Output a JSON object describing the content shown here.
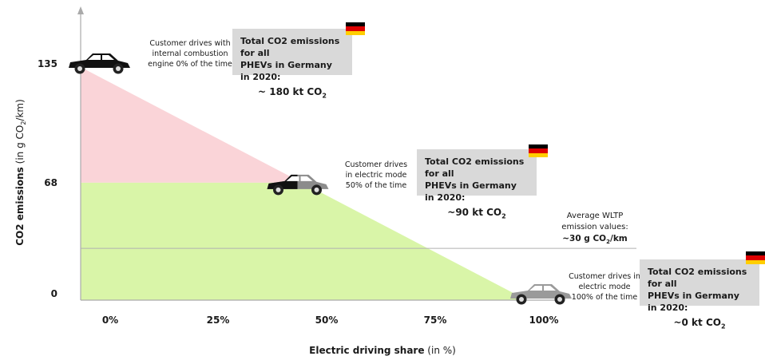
{
  "chart_data": {
    "type": "area",
    "xlabel_bold": "Electric driving share",
    "xlabel_rest": " (in %)",
    "ylabel_bold": "CO2 emissions",
    "ylabel_rest": " (in g CO",
    "ylabel_sub": "2",
    "ylabel_end": "/km)",
    "x_ticks": [
      "0%",
      "25%",
      "50%",
      "75%",
      "100%"
    ],
    "y_ticks": [
      "135",
      "68",
      "0"
    ],
    "xlim": [
      0,
      100
    ],
    "ylim": [
      0,
      135
    ],
    "series": [
      {
        "x": [
          0,
          100
        ],
        "y": [
          135,
          0
        ]
      }
    ],
    "reference_line": {
      "y": 30
    },
    "points": [
      {
        "x": 0,
        "y": 135
      },
      {
        "x": 50,
        "y": 68
      },
      {
        "x": 100,
        "y": 0
      }
    ],
    "colors": {
      "upper_area": "#fad4d8",
      "lower_area": "#d9f5a8",
      "axis": "#aaaaaa",
      "box": "#d9d9d9"
    }
  },
  "notes": {
    "n1": [
      "Customer drives with",
      "internal combustion",
      "engine 0% of the time"
    ],
    "n2": [
      "Customer drives",
      "in electric mode",
      "50% of the time"
    ],
    "n3": [
      "Customer drives in",
      "electric mode",
      "100% of the time"
    ]
  },
  "boxes": {
    "b1": {
      "line1": "Total CO2 emissions  for all",
      "line2": "PHEVs in Germany in 2020:",
      "value": "~ 180 kt CO",
      "sub": "2"
    },
    "b2": {
      "line1": "Total CO2 emissions  for all",
      "line2": "PHEVs in Germany in 2020:",
      "value": "~90 kt CO",
      "sub": "2"
    },
    "b3": {
      "line1": "Total CO2 emissions  for all",
      "line2": "PHEVs in Germany in 2020:",
      "value": "~0 kt CO",
      "sub": "2"
    }
  },
  "wltp": {
    "line1": "Average WLTP",
    "line2": "emission values:",
    "value": "~30 g CO",
    "sub": "2",
    "unit": "/km"
  },
  "flag_colors": [
    "#000000",
    "#dd0000",
    "#ffce00"
  ]
}
